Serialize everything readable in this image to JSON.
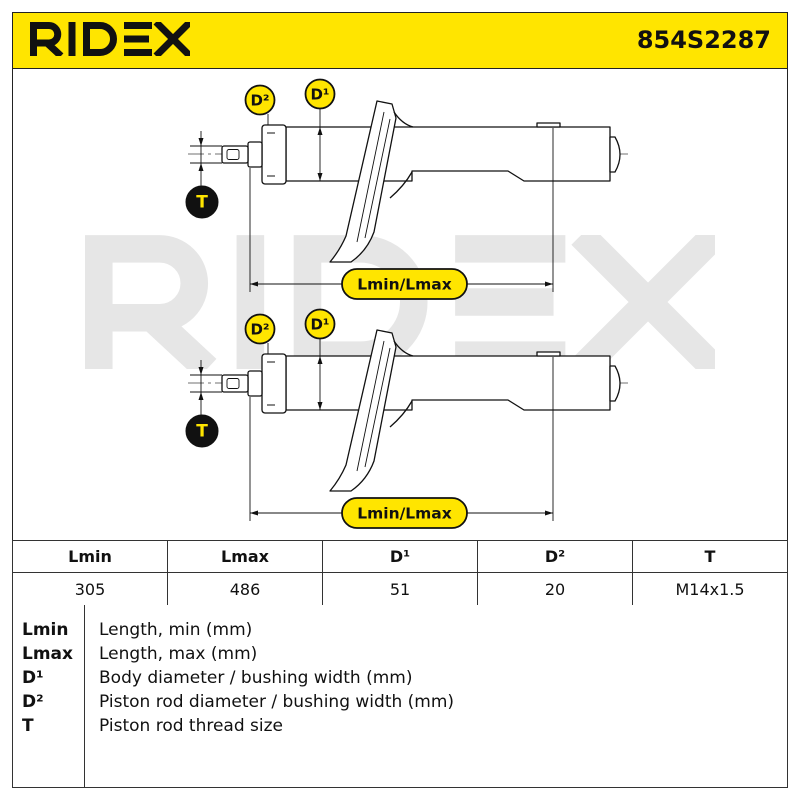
{
  "header": {
    "logo_text": "RIDEX",
    "part_number": "854S2287"
  },
  "watermark": {
    "logo_text": "RIDEX"
  },
  "diagram": {
    "labels": {
      "d2": "D²",
      "d1": "D¹",
      "thread": "T",
      "length": "Lmin/Lmax"
    }
  },
  "spec_table": {
    "headers": [
      "Lmin",
      "Lmax",
      "D¹",
      "D²",
      "T"
    ],
    "values": [
      "305",
      "486",
      "51",
      "20",
      "M14x1.5"
    ]
  },
  "legend": [
    {
      "key": "Lmin",
      "description": "Length, min (mm)"
    },
    {
      "key": "Lmax",
      "description": "Length, max (mm)"
    },
    {
      "key": "D¹",
      "description": "Body diameter / bushing width (mm)"
    },
    {
      "key": "D²",
      "description": "Piston rod diameter / bushing width (mm)"
    },
    {
      "key": "T",
      "description": "Piston rod thread size"
    }
  ],
  "colors": {
    "accent": "#FFE500",
    "ink": "#111111",
    "watermark": "#E6E6E6"
  }
}
